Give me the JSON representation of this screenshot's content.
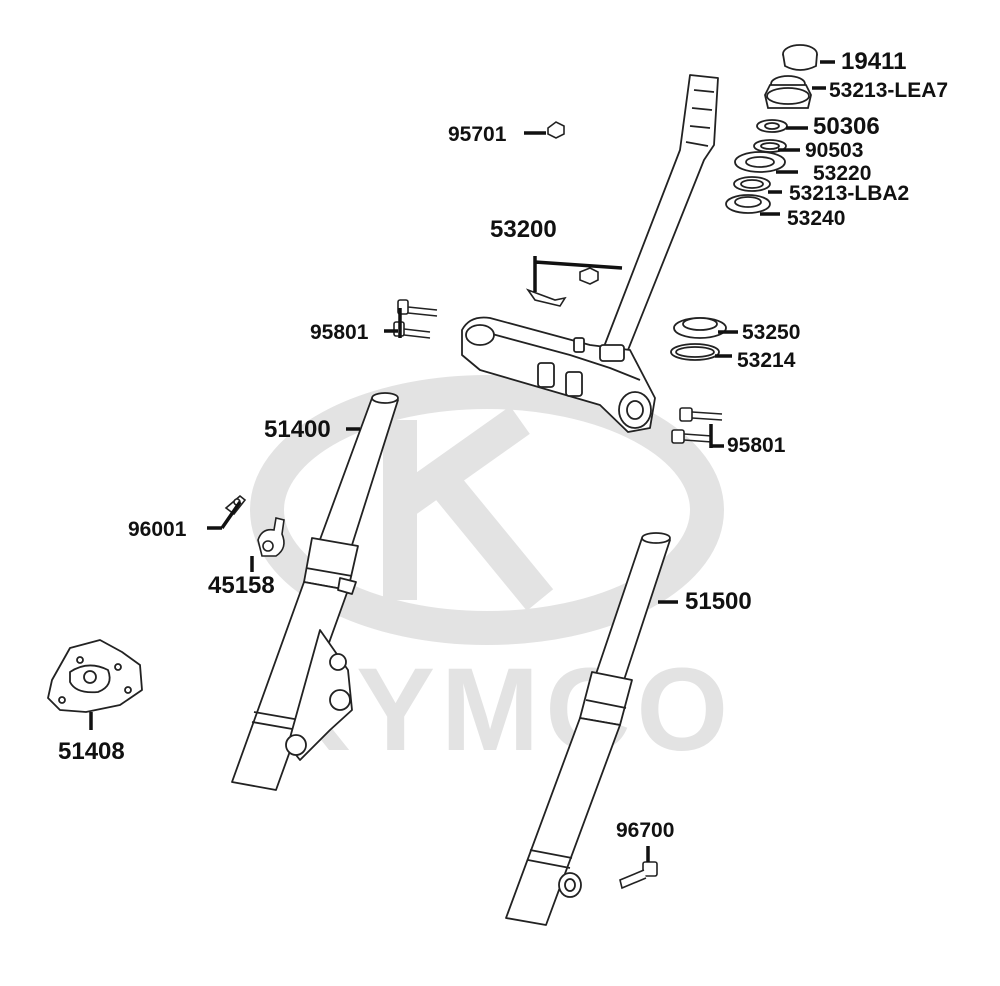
{
  "watermark": {
    "brand": "KYMCO",
    "color": "#e3e3e3"
  },
  "part_numbers": {
    "p19411": "19411",
    "p53213_lea7": "53213-LEA7",
    "p50306": "50306",
    "p90503": "90503",
    "p53220": "53220",
    "p53213_lba2": "53213-LBA2",
    "p53240": "53240",
    "p95701": "95701",
    "p53200": "53200",
    "p95801_left": "95801",
    "p53250": "53250",
    "p53214": "53214",
    "p51400": "51400",
    "p95801_right": "95801",
    "p96001": "96001",
    "p45158": "45158",
    "p51500": "51500",
    "p51408": "51408",
    "p96700": "96700"
  },
  "colors": {
    "line": "#222222",
    "part_fill": "#ffffff",
    "shade": "#d8d8d8"
  }
}
